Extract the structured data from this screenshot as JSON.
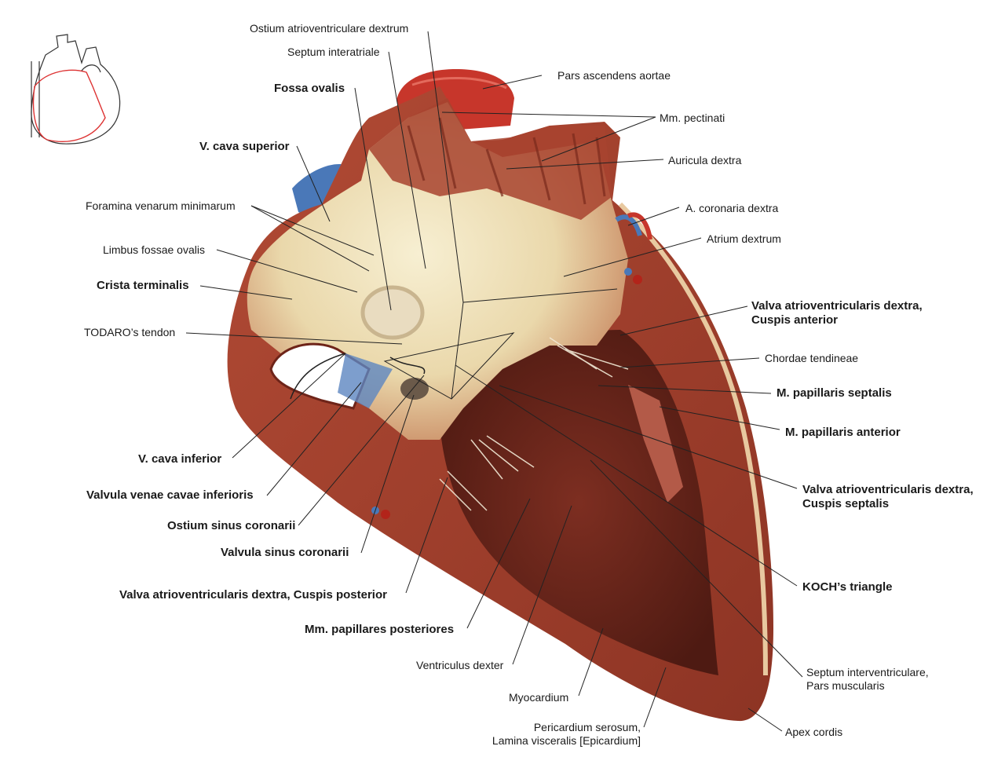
{
  "labels": {
    "ostium_av_dextrum": "Ostium atrioventriculare dextrum",
    "septum_interatriale": "Septum interatriale",
    "pars_ascendens_aortae": "Pars ascendens aortae",
    "fossa_ovalis": "Fossa ovalis",
    "mm_pectinati": "Mm. pectinati",
    "v_cava_superior": "V. cava superior",
    "auricula_dextra": "Auricula dextra",
    "foramina_venarum_minimarum": "Foramina venarum minimarum",
    "a_coronaria_dextra": "A. coronaria dextra",
    "atrium_dextrum": "Atrium dextrum",
    "limbus_fossae_ovalis": "Limbus fossae ovalis",
    "crista_terminalis": "Crista terminalis",
    "valva_av_dextra_anterior_1": "Valva atrioventricularis dextra,",
    "valva_av_dextra_anterior_2": "Cuspis anterior",
    "todaro_tendon": "TODARO’s tendon",
    "chordae_tendineae": "Chordae tendineae",
    "m_papillaris_septalis": "M. papillaris septalis",
    "m_papillaris_anterior": "M. papillaris anterior",
    "v_cava_inferior": "V. cava inferior",
    "valva_av_dextra_septalis_1": "Valva atrioventricularis dextra,",
    "valva_av_dextra_septalis_2": "Cuspis septalis",
    "valvula_venae_cavae_inferioris": "Valvula venae cavae inferioris",
    "ostium_sinus_coronarii": "Ostium sinus coronarii",
    "valvula_sinus_coronarii": "Valvula sinus coronarii",
    "valva_av_dextra_posterior": "Valva atrioventricularis dextra, Cuspis posterior",
    "koch_triangle": "KOCH’s triangle",
    "mm_papillares_posteriores": "Mm. papillares posteriores",
    "ventriculus_dexter": "Ventriculus dexter",
    "septum_interventriculare_1": "Septum interventriculare,",
    "septum_interventriculare_2": "Pars muscularis",
    "myocardium": "Myocardium",
    "pericardium_1": "Pericardium serosum,",
    "pericardium_2": "Lamina visceralis [Epicardium]",
    "apex_cordis": "Apex cordis"
  },
  "colors": {
    "myocardium_red": "#a8432f",
    "dark_muscle": "#6e2419",
    "endocardium_cream": "#efe3bf",
    "vein_blue": "#4a78b8",
    "aorta_red": "#c23b30",
    "leader_line": "#222222"
  },
  "icons": {
    "thumbnail": "heart-orientation-icon"
  }
}
